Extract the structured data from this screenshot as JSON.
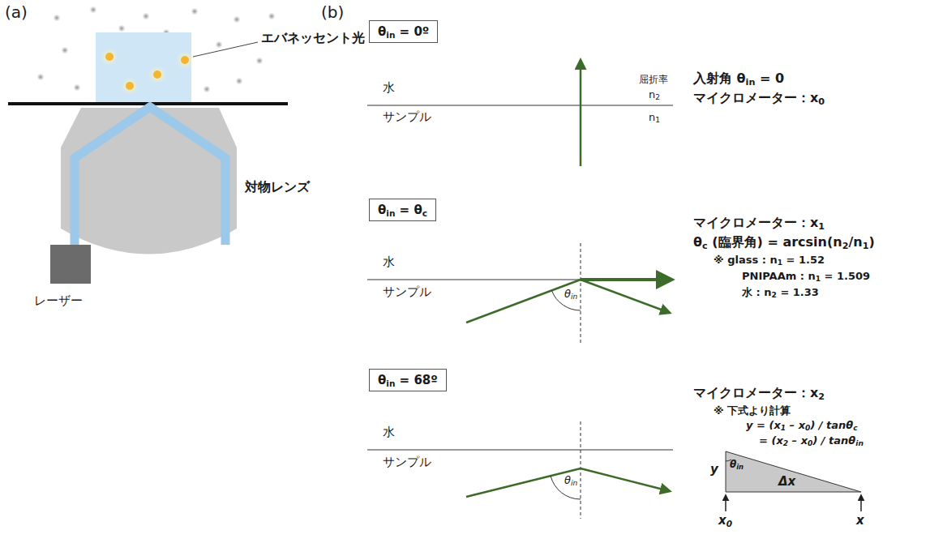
{
  "diagram": {
    "nodes": [
      {
        "text": [
          "θin = 0º"
        ]
      },
      {
        "text": [
          "θin = θc"
        ]
      },
      {
        "text": [
          "θin = 68º"
        ]
      },
      {
        "text": [
          "レーザー"
        ]
      }
    ],
    "labels": [
      "(a)",
      "エバネッセント光",
      "対物レンズ",
      "(b)",
      "水",
      "サンプル",
      "屈折率",
      "n2",
      "n1",
      "入射角 θin = 0",
      "マイクロメーター：x0",
      "水",
      "サンプル",
      "θin",
      "マイクロメーター：x1",
      "θc (臨界角) = arcsin(n2/n1)",
      "※ glass : n1 = 1.52",
      "PNIPAAm : n1 = 1.509",
      "水 : n2 = 1.33",
      "水",
      "サンプル",
      "θin",
      "マイクロメーター：x2",
      "※ 下式より計算",
      "y = (x1 – x0) / tanθc",
      "= (x2 – x0) / tanθin",
      "y",
      "θin",
      "Δx",
      "x0",
      "x"
    ]
  }
}
